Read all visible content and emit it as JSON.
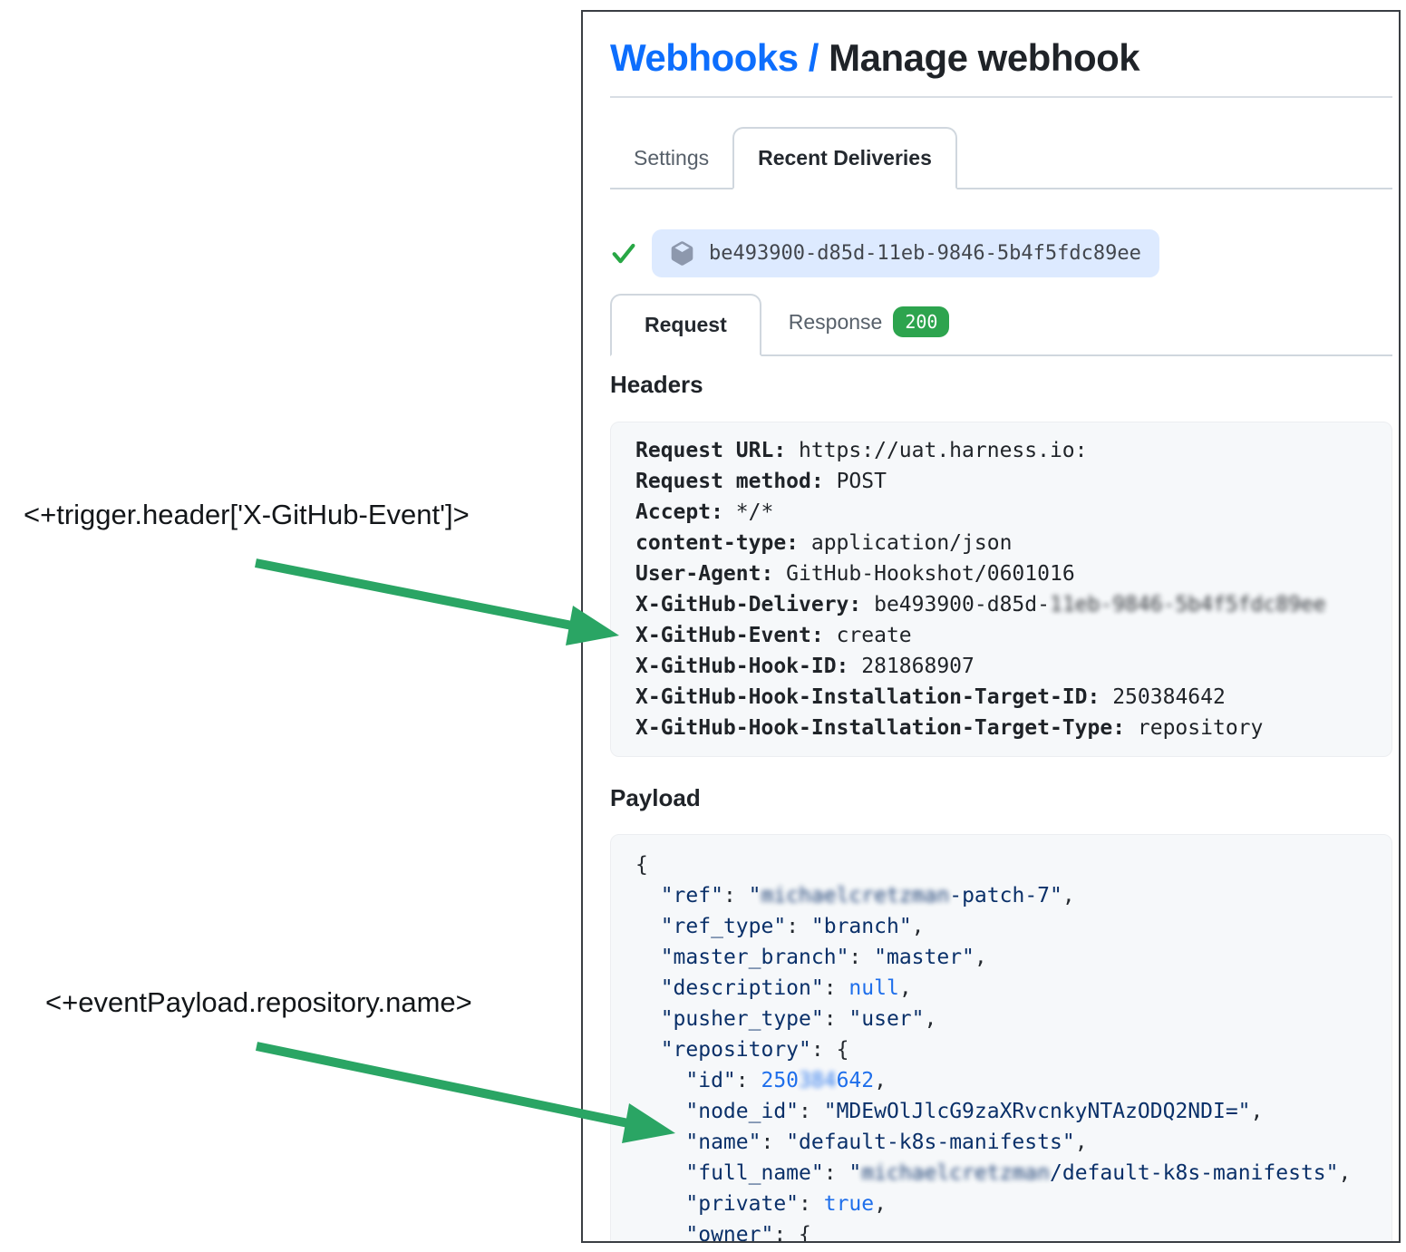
{
  "page": {
    "breadcrumb_link": "Webhooks",
    "breadcrumb_separator": " / ",
    "title": "Manage webhook"
  },
  "tabs_main": [
    {
      "label": "Settings",
      "active": false
    },
    {
      "label": "Recent Deliveries",
      "active": true
    }
  ],
  "delivery": {
    "status": "success",
    "check_icon": "check-icon",
    "package_icon": "package-icon",
    "id": "be493900-d85d-11eb-9846-5b4f5fdc89ee"
  },
  "tabs_delivery": [
    {
      "label": "Request",
      "active": true
    },
    {
      "label": "Response",
      "active": false,
      "badge": "200"
    }
  ],
  "sections": {
    "headers_title": "Headers",
    "payload_title": "Payload"
  },
  "headers_lines": [
    [
      {
        "t": "Request URL:",
        "c": "hk"
      },
      {
        "t": " https://uat.harness.io:",
        "c": "hv"
      }
    ],
    [
      {
        "t": "Request method:",
        "c": "hk"
      },
      {
        "t": " POST",
        "c": "hv"
      }
    ],
    [
      {
        "t": "Accept:",
        "c": "hk"
      },
      {
        "t": " */*",
        "c": "hv"
      }
    ],
    [
      {
        "t": "content-type:",
        "c": "hk"
      },
      {
        "t": " application/json",
        "c": "hv"
      }
    ],
    [
      {
        "t": "User-Agent:",
        "c": "hk"
      },
      {
        "t": " GitHub-Hookshot/0601016",
        "c": "hv"
      }
    ],
    [
      {
        "t": "X-GitHub-Delivery:",
        "c": "hk"
      },
      {
        "t": " be493900-d85d-",
        "c": "hv"
      },
      {
        "t": "11eb-9846-5b4f5fdc89ee",
        "c": "hv b"
      }
    ],
    [
      {
        "t": "X-GitHub-Event:",
        "c": "hk"
      },
      {
        "t": " create",
        "c": "hv"
      }
    ],
    [
      {
        "t": "X-GitHub-Hook-ID:",
        "c": "hk"
      },
      {
        "t": " 281868907",
        "c": "hv"
      }
    ],
    [
      {
        "t": "X-GitHub-Hook-Installation-Target-ID:",
        "c": "hk"
      },
      {
        "t": " 250384642",
        "c": "hv"
      }
    ],
    [
      {
        "t": "X-GitHub-Hook-Installation-Target-Type:",
        "c": "hk"
      },
      {
        "t": " repository",
        "c": "hv"
      }
    ]
  ],
  "payload_lines": [
    [
      {
        "t": "{",
        "c": "pn"
      }
    ],
    [
      {
        "t": "  ",
        "c": "pn"
      },
      {
        "t": "\"ref\"",
        "c": "s"
      },
      {
        "t": ": ",
        "c": "pn"
      },
      {
        "t": "\"",
        "c": "s"
      },
      {
        "t": "michaelcretzman",
        "c": "s b"
      },
      {
        "t": "-patch-7\"",
        "c": "s"
      },
      {
        "t": ",",
        "c": "pn"
      }
    ],
    [
      {
        "t": "  ",
        "c": "pn"
      },
      {
        "t": "\"ref_type\"",
        "c": "s"
      },
      {
        "t": ": ",
        "c": "pn"
      },
      {
        "t": "\"branch\"",
        "c": "s"
      },
      {
        "t": ",",
        "c": "pn"
      }
    ],
    [
      {
        "t": "  ",
        "c": "pn"
      },
      {
        "t": "\"master_branch\"",
        "c": "s"
      },
      {
        "t": ": ",
        "c": "pn"
      },
      {
        "t": "\"master\"",
        "c": "s"
      },
      {
        "t": ",",
        "c": "pn"
      }
    ],
    [
      {
        "t": "  ",
        "c": "pn"
      },
      {
        "t": "\"description\"",
        "c": "s"
      },
      {
        "t": ": ",
        "c": "pn"
      },
      {
        "t": "null",
        "c": "lit"
      },
      {
        "t": ",",
        "c": "pn"
      }
    ],
    [
      {
        "t": "  ",
        "c": "pn"
      },
      {
        "t": "\"pusher_type\"",
        "c": "s"
      },
      {
        "t": ": ",
        "c": "pn"
      },
      {
        "t": "\"user\"",
        "c": "s"
      },
      {
        "t": ",",
        "c": "pn"
      }
    ],
    [
      {
        "t": "  ",
        "c": "pn"
      },
      {
        "t": "\"repository\"",
        "c": "s"
      },
      {
        "t": ": ",
        "c": "pn"
      },
      {
        "t": "{",
        "c": "pn"
      }
    ],
    [
      {
        "t": "    ",
        "c": "pn"
      },
      {
        "t": "\"id\"",
        "c": "s"
      },
      {
        "t": ": ",
        "c": "pn"
      },
      {
        "t": "250",
        "c": "lit"
      },
      {
        "t": "384",
        "c": "lit b"
      },
      {
        "t": "642",
        "c": "lit"
      },
      {
        "t": ",",
        "c": "pn"
      }
    ],
    [
      {
        "t": "    ",
        "c": "pn"
      },
      {
        "t": "\"node_id\"",
        "c": "s"
      },
      {
        "t": ": ",
        "c": "pn"
      },
      {
        "t": "\"MDEwOlJlcG9zaXRvcnkyNTAzODQ2NDI=\"",
        "c": "s"
      },
      {
        "t": ",",
        "c": "pn"
      }
    ],
    [
      {
        "t": "    ",
        "c": "pn"
      },
      {
        "t": "\"name\"",
        "c": "s"
      },
      {
        "t": ": ",
        "c": "pn"
      },
      {
        "t": "\"default-k8s-manifests\"",
        "c": "s"
      },
      {
        "t": ",",
        "c": "pn"
      }
    ],
    [
      {
        "t": "    ",
        "c": "pn"
      },
      {
        "t": "\"full_name\"",
        "c": "s"
      },
      {
        "t": ": ",
        "c": "pn"
      },
      {
        "t": "\"",
        "c": "s"
      },
      {
        "t": "michaelcretzman",
        "c": "s b"
      },
      {
        "t": "/default-k8s-manifests\"",
        "c": "s"
      },
      {
        "t": ",",
        "c": "pn"
      }
    ],
    [
      {
        "t": "    ",
        "c": "pn"
      },
      {
        "t": "\"private\"",
        "c": "s"
      },
      {
        "t": ": ",
        "c": "pn"
      },
      {
        "t": "true",
        "c": "lit"
      },
      {
        "t": ",",
        "c": "pn"
      }
    ],
    [
      {
        "t": "    ",
        "c": "pn"
      },
      {
        "t": "\"owner\"",
        "c": "s"
      },
      {
        "t": ": ",
        "c": "pn"
      },
      {
        "t": "{",
        "c": "pn"
      }
    ]
  ],
  "annotations": [
    {
      "text": "<+trigger.header['X-GitHub-Event']>"
    },
    {
      "text": "<+eventPayload.repository.name>"
    }
  ],
  "colors": {
    "link_blue": "#0d6efd",
    "badge_green": "#2da44e",
    "check_green": "#28a745",
    "arrow_green": "#2aa564",
    "pill_blue": "#ddeaff",
    "code_bg": "#f6f8fa",
    "string_navy": "#0a3069",
    "literal_blue": "#1f6feb"
  }
}
